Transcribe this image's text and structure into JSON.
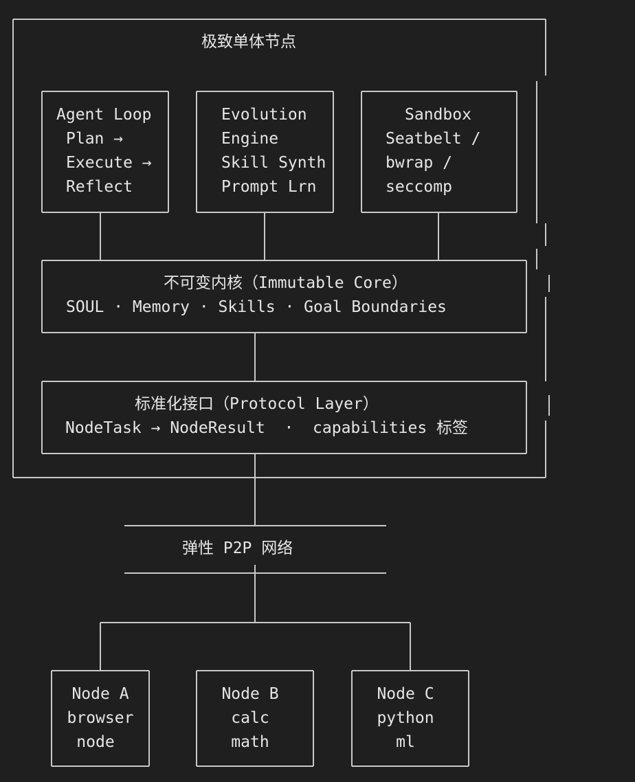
{
  "outer": {
    "title": "极致单体节点"
  },
  "agent_loop": {
    "title": "Agent Loop",
    "lines": [
      "Plan →",
      "Execute →",
      "Reflect"
    ]
  },
  "evolution": {
    "title": "Evolution",
    "lines": [
      "Engine",
      "Skill Synth",
      "Prompt Lrn"
    ]
  },
  "sandbox": {
    "title": "Sandbox",
    "lines": [
      "Seatbelt /",
      "bwrap /",
      "seccomp"
    ]
  },
  "core": {
    "title": "不可变内核（Immutable Core）",
    "subtitle": "SOUL · Memory · Skills · Goal Boundaries"
  },
  "protocol": {
    "title": "标准化接口（Protocol Layer）",
    "subtitle": "NodeTask → NodeResult  ·  capabilities 标签"
  },
  "network": {
    "label": "弹性 P2P 网络"
  },
  "nodes": [
    {
      "title": "Node A",
      "lines": [
        "browser",
        "node"
      ]
    },
    {
      "title": "Node B",
      "lines": [
        "calc",
        "math"
      ]
    },
    {
      "title": "Node C",
      "lines": [
        "python",
        "ml"
      ]
    }
  ]
}
